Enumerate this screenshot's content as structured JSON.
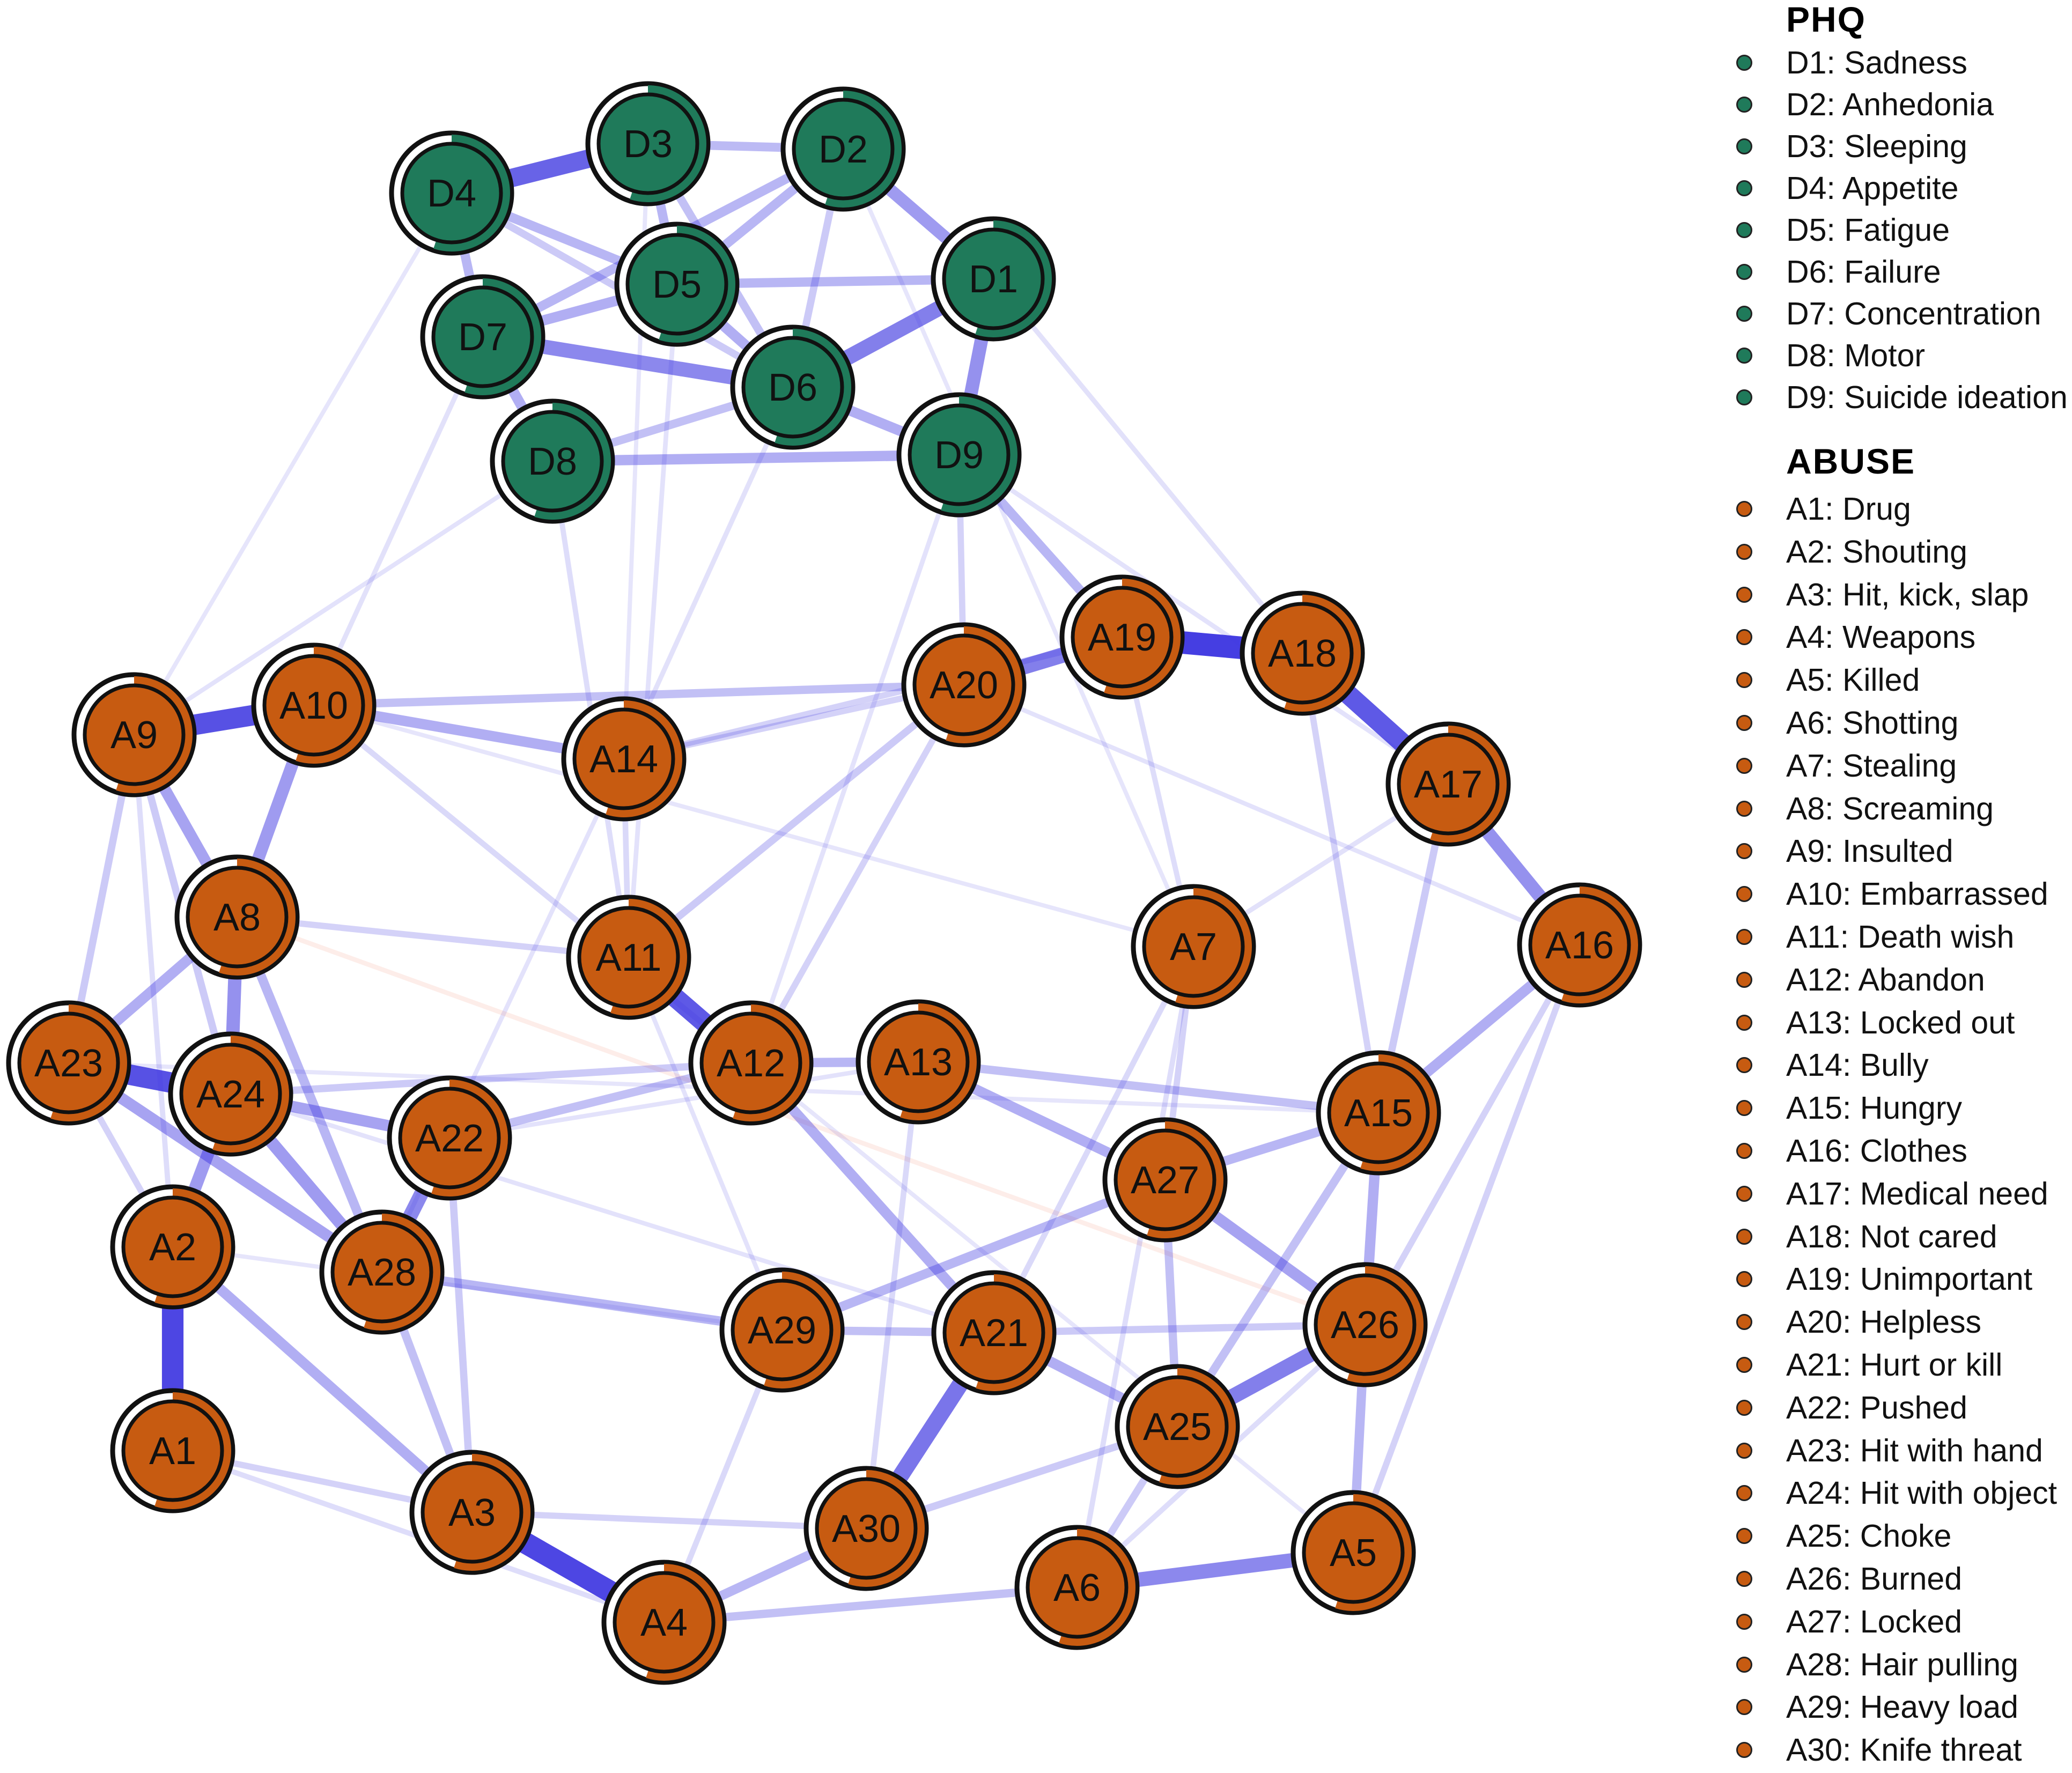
{
  "groups": [
    {
      "id": "PHQ",
      "title": "PHQ",
      "color": "#1f7a5a"
    },
    {
      "id": "ABUSE",
      "title": "ABUSE",
      "color": "#c75b11"
    }
  ],
  "nodes": [
    {
      "id": "D1",
      "label": "D1",
      "name": "Sadness",
      "group": "PHQ"
    },
    {
      "id": "D2",
      "label": "D2",
      "name": "Anhedonia",
      "group": "PHQ"
    },
    {
      "id": "D3",
      "label": "D3",
      "name": "Sleeping",
      "group": "PHQ"
    },
    {
      "id": "D4",
      "label": "D4",
      "name": "Appetite",
      "group": "PHQ"
    },
    {
      "id": "D5",
      "label": "D5",
      "name": "Fatigue",
      "group": "PHQ"
    },
    {
      "id": "D6",
      "label": "D6",
      "name": "Failure",
      "group": "PHQ"
    },
    {
      "id": "D7",
      "label": "D7",
      "name": "Concentration",
      "group": "PHQ"
    },
    {
      "id": "D8",
      "label": "D8",
      "name": "Motor",
      "group": "PHQ"
    },
    {
      "id": "D9",
      "label": "D9",
      "name": "Suicide ideation",
      "group": "PHQ"
    },
    {
      "id": "A1",
      "label": "A1",
      "name": "Drug",
      "group": "ABUSE"
    },
    {
      "id": "A2",
      "label": "A2",
      "name": "Shouting",
      "group": "ABUSE"
    },
    {
      "id": "A3",
      "label": "A3",
      "name": "Hit, kick, slap",
      "group": "ABUSE"
    },
    {
      "id": "A4",
      "label": "A4",
      "name": "Weapons",
      "group": "ABUSE"
    },
    {
      "id": "A5",
      "label": "A5",
      "name": "Killed",
      "group": "ABUSE"
    },
    {
      "id": "A6",
      "label": "A6",
      "name": "Shotting",
      "group": "ABUSE"
    },
    {
      "id": "A7",
      "label": "A7",
      "name": "Stealing",
      "group": "ABUSE"
    },
    {
      "id": "A8",
      "label": "A8",
      "name": "Screaming",
      "group": "ABUSE"
    },
    {
      "id": "A9",
      "label": "A9",
      "name": "Insulted",
      "group": "ABUSE"
    },
    {
      "id": "A10",
      "label": "A10",
      "name": "Embarrassed",
      "group": "ABUSE"
    },
    {
      "id": "A11",
      "label": "A11",
      "name": "Death wish",
      "group": "ABUSE"
    },
    {
      "id": "A12",
      "label": "A12",
      "name": "Abandon",
      "group": "ABUSE"
    },
    {
      "id": "A13",
      "label": "A13",
      "name": "Locked out",
      "group": "ABUSE"
    },
    {
      "id": "A14",
      "label": "A14",
      "name": "Bully",
      "group": "ABUSE"
    },
    {
      "id": "A15",
      "label": "A15",
      "name": "Hungry",
      "group": "ABUSE"
    },
    {
      "id": "A16",
      "label": "A16",
      "name": "Clothes",
      "group": "ABUSE"
    },
    {
      "id": "A17",
      "label": "A17",
      "name": "Medical need",
      "group": "ABUSE"
    },
    {
      "id": "A18",
      "label": "A18",
      "name": "Not cared",
      "group": "ABUSE"
    },
    {
      "id": "A19",
      "label": "A19",
      "name": "Unimportant",
      "group": "ABUSE"
    },
    {
      "id": "A20",
      "label": "A20",
      "name": "Helpless",
      "group": "ABUSE"
    },
    {
      "id": "A21",
      "label": "A21",
      "name": "Hurt or kill",
      "group": "ABUSE"
    },
    {
      "id": "A22",
      "label": "A22",
      "name": "Pushed",
      "group": "ABUSE"
    },
    {
      "id": "A23",
      "label": "A23",
      "name": "Hit with hand",
      "group": "ABUSE"
    },
    {
      "id": "A24",
      "label": "A24",
      "name": "Hit with object",
      "group": "ABUSE"
    },
    {
      "id": "A25",
      "label": "A25",
      "name": "Choke",
      "group": "ABUSE"
    },
    {
      "id": "A26",
      "label": "A26",
      "name": "Burned",
      "group": "ABUSE"
    },
    {
      "id": "A27",
      "label": "A27",
      "name": "Locked",
      "group": "ABUSE"
    },
    {
      "id": "A28",
      "label": "A28",
      "name": "Hair pulling",
      "group": "ABUSE"
    },
    {
      "id": "A29",
      "label": "A29",
      "name": "Heavy load",
      "group": "ABUSE"
    },
    {
      "id": "A30",
      "label": "A30",
      "name": "Knife threat",
      "group": "ABUSE"
    }
  ],
  "edge_colors": {
    "positive": "#3b34e0",
    "negative": "#f08060"
  },
  "edges": [
    {
      "from": "D3",
      "to": "D4",
      "weight": 0.75
    },
    {
      "from": "D4",
      "to": "D7",
      "weight": 0.3
    },
    {
      "from": "D4",
      "to": "D5",
      "weight": 0.3
    },
    {
      "from": "D3",
      "to": "D5",
      "weight": 0.3
    },
    {
      "from": "D3",
      "to": "D2",
      "weight": 0.28
    },
    {
      "from": "D2",
      "to": "D1",
      "weight": 0.45
    },
    {
      "from": "D2",
      "to": "D5",
      "weight": 0.3
    },
    {
      "from": "D2",
      "to": "D7",
      "weight": 0.3
    },
    {
      "from": "D5",
      "to": "D7",
      "weight": 0.35
    },
    {
      "from": "D5",
      "to": "D6",
      "weight": 0.35
    },
    {
      "from": "D5",
      "to": "D1",
      "weight": 0.3
    },
    {
      "from": "D6",
      "to": "D1",
      "weight": 0.6
    },
    {
      "from": "D1",
      "to": "D9",
      "weight": 0.5
    },
    {
      "from": "D6",
      "to": "D9",
      "weight": 0.35
    },
    {
      "from": "D7",
      "to": "D6",
      "weight": 0.55
    },
    {
      "from": "D7",
      "to": "D8",
      "weight": 0.35
    },
    {
      "from": "D8",
      "to": "D9",
      "weight": 0.35
    },
    {
      "from": "D8",
      "to": "D6",
      "weight": 0.25
    },
    {
      "from": "D3",
      "to": "D6",
      "weight": 0.25
    },
    {
      "from": "D4",
      "to": "D6",
      "weight": 0.2
    },
    {
      "from": "D2",
      "to": "D6",
      "weight": 0.2
    },
    {
      "from": "D9",
      "to": "A19",
      "weight": 0.3
    },
    {
      "from": "D9",
      "to": "A20",
      "weight": 0.15
    },
    {
      "from": "D8",
      "to": "A11",
      "weight": 0.1
    },
    {
      "from": "A9",
      "to": "A10",
      "weight": 0.85
    },
    {
      "from": "A19",
      "to": "A18",
      "weight": 0.95
    },
    {
      "from": "A19",
      "to": "A20",
      "weight": 0.6
    },
    {
      "from": "A18",
      "to": "A17",
      "weight": 0.8
    },
    {
      "from": "A17",
      "to": "A16",
      "weight": 0.5
    },
    {
      "from": "A11",
      "to": "A12",
      "weight": 0.8
    },
    {
      "from": "A23",
      "to": "A24",
      "weight": 0.85
    },
    {
      "from": "A2",
      "to": "A1",
      "weight": 0.9
    },
    {
      "from": "A3",
      "to": "A4",
      "weight": 0.9
    },
    {
      "from": "A21",
      "to": "A30",
      "weight": 0.65
    },
    {
      "from": "A25",
      "to": "A26",
      "weight": 0.6
    },
    {
      "from": "A6",
      "to": "A5",
      "weight": 0.55
    },
    {
      "from": "A22",
      "to": "A28",
      "weight": 0.55
    },
    {
      "from": "A10",
      "to": "A8",
      "weight": 0.45
    },
    {
      "from": "A9",
      "to": "A8",
      "weight": 0.4
    },
    {
      "from": "A8",
      "to": "A24",
      "weight": 0.5
    },
    {
      "from": "A8",
      "to": "A23",
      "weight": 0.35
    },
    {
      "from": "A24",
      "to": "A2",
      "weight": 0.45
    },
    {
      "from": "A24",
      "to": "A22",
      "weight": 0.4
    },
    {
      "from": "A24",
      "to": "A28",
      "weight": 0.45
    },
    {
      "from": "A23",
      "to": "A28",
      "weight": 0.4
    },
    {
      "from": "A8",
      "to": "A28",
      "weight": 0.3
    },
    {
      "from": "A2",
      "to": "A3",
      "weight": 0.35
    },
    {
      "from": "A1",
      "to": "A3",
      "weight": 0.15
    },
    {
      "from": "A28",
      "to": "A3",
      "weight": 0.25
    },
    {
      "from": "A22",
      "to": "A3",
      "weight": 0.2
    },
    {
      "from": "A4",
      "to": "A30",
      "weight": 0.3
    },
    {
      "from": "A4",
      "to": "A6",
      "weight": 0.25
    },
    {
      "from": "A10",
      "to": "A20",
      "weight": 0.25
    },
    {
      "from": "A10",
      "to": "A14",
      "weight": 0.35
    },
    {
      "from": "A14",
      "to": "A20",
      "weight": 0.15
    },
    {
      "from": "A14",
      "to": "A19",
      "weight": 0.15
    },
    {
      "from": "A12",
      "to": "A13",
      "weight": 0.3
    },
    {
      "from": "A12",
      "to": "A21",
      "weight": 0.35
    },
    {
      "from": "A13",
      "to": "A27",
      "weight": 0.35
    },
    {
      "from": "A13",
      "to": "A15",
      "weight": 0.25
    },
    {
      "from": "A27",
      "to": "A26",
      "weight": 0.4
    },
    {
      "from": "A27",
      "to": "A29",
      "weight": 0.3
    },
    {
      "from": "A27",
      "to": "A15",
      "weight": 0.3
    },
    {
      "from": "A27",
      "to": "A25",
      "weight": 0.25
    },
    {
      "from": "A15",
      "to": "A16",
      "weight": 0.35
    },
    {
      "from": "A15",
      "to": "A26",
      "weight": 0.35
    },
    {
      "from": "A15",
      "to": "A25",
      "weight": 0.25
    },
    {
      "from": "A26",
      "to": "A5",
      "weight": 0.3
    },
    {
      "from": "A16",
      "to": "A5",
      "weight": 0.15
    },
    {
      "from": "A21",
      "to": "A25",
      "weight": 0.35
    },
    {
      "from": "A21",
      "to": "A29",
      "weight": 0.25
    },
    {
      "from": "A21",
      "to": "A26",
      "weight": 0.2
    },
    {
      "from": "A28",
      "to": "A29",
      "weight": 0.3
    },
    {
      "from": "A25",
      "to": "A6",
      "weight": 0.2
    },
    {
      "from": "A30",
      "to": "A25",
      "weight": 0.2
    },
    {
      "from": "A12",
      "to": "A22",
      "weight": 0.25
    },
    {
      "from": "A11",
      "to": "A20",
      "weight": 0.2
    },
    {
      "from": "A11",
      "to": "A8",
      "weight": 0.15
    },
    {
      "from": "A12",
      "to": "A24",
      "weight": 0.2
    },
    {
      "from": "A3",
      "to": "A30",
      "weight": 0.15
    },
    {
      "from": "A9",
      "to": "A23",
      "weight": 0.2
    },
    {
      "from": "A9",
      "to": "A24",
      "weight": 0.2
    },
    {
      "from": "A2",
      "to": "A23",
      "weight": 0.15
    },
    {
      "from": "A17",
      "to": "A15",
      "weight": 0.2
    },
    {
      "from": "A16",
      "to": "A26",
      "weight": 0.15
    },
    {
      "from": "A18",
      "to": "A15",
      "weight": 0.15
    },
    {
      "from": "A20",
      "to": "A12",
      "weight": 0.15
    },
    {
      "from": "A7",
      "to": "A27",
      "weight": 0.15
    },
    {
      "from": "A7",
      "to": "A21",
      "weight": 0.12
    },
    {
      "from": "A7",
      "to": "A6",
      "weight": 0.1
    },
    {
      "from": "A4",
      "to": "A29",
      "weight": 0.12
    },
    {
      "from": "A19",
      "to": "A7",
      "weight": 0.1
    },
    {
      "from": "A13",
      "to": "A30",
      "weight": 0.12
    },
    {
      "from": "A10",
      "to": "A12",
      "weight": 0.12
    },
    {
      "from": "A14",
      "to": "A11",
      "weight": 0.12
    },
    {
      "from": "A1",
      "to": "A4",
      "weight": 0.1
    },
    {
      "from": "A9",
      "to": "A2",
      "weight": 0.1
    },
    {
      "from": "A6",
      "to": "A26",
      "weight": 0.1
    },
    {
      "from": "A17",
      "to": "A7",
      "weight": 0.08
    },
    {
      "from": "D7",
      "to": "A10",
      "weight": 0.08
    },
    {
      "from": "D6",
      "to": "A14",
      "weight": 0.08
    },
    {
      "from": "D5",
      "to": "A11",
      "weight": 0.07
    },
    {
      "from": "D1",
      "to": "A18",
      "weight": 0.08
    },
    {
      "from": "D9",
      "to": "A17",
      "weight": 0.07
    },
    {
      "from": "D9",
      "to": "A12",
      "weight": 0.07
    },
    {
      "from": "D8",
      "to": "A9",
      "weight": 0.06
    },
    {
      "from": "D4",
      "to": "A9",
      "weight": 0.05
    },
    {
      "from": "D2",
      "to": "A7",
      "weight": 0.05
    },
    {
      "from": "D3",
      "to": "A14",
      "weight": 0.05
    },
    {
      "from": "A8",
      "to": "A26",
      "weight": 0.07,
      "sign": "negative"
    },
    {
      "from": "A23",
      "to": "A15",
      "weight": 0.05
    },
    {
      "from": "A24",
      "to": "A21",
      "weight": 0.06
    },
    {
      "from": "A14",
      "to": "A28",
      "weight": 0.06
    },
    {
      "from": "A20",
      "to": "A16",
      "weight": 0.06
    },
    {
      "from": "A11",
      "to": "A29",
      "weight": 0.06
    },
    {
      "from": "A22",
      "to": "A13",
      "weight": 0.06
    },
    {
      "from": "A2",
      "to": "A29",
      "weight": 0.05
    },
    {
      "from": "A12",
      "to": "A5",
      "weight": 0.05
    },
    {
      "from": "A10",
      "to": "A7",
      "weight": 0.05
    }
  ]
}
